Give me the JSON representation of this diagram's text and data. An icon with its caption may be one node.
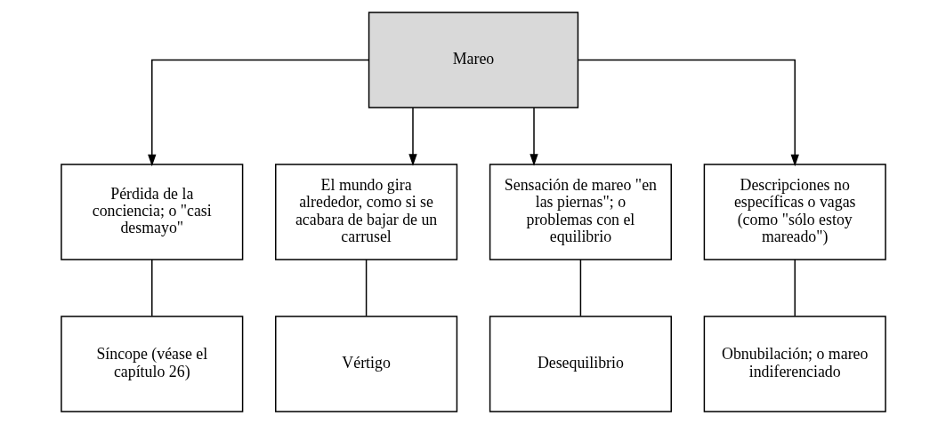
{
  "diagram": {
    "nodes": [
      {
        "text": [
          "Mareo"
        ]
      },
      {
        "text": [
          "Pérdida de la conciencia; o \"casi desmayo\""
        ]
      },
      {
        "text": [
          "El mundo gira alrededor, como si se acabara de bajar de un carrusel"
        ]
      },
      {
        "text": [
          "Sensación de mareo \"en las piernas\"; o problemas con el equilibrio"
        ]
      },
      {
        "text": [
          "Descripciones no específicas o vagas (como \"sólo estoy mareado\")"
        ]
      },
      {
        "text": [
          "Síncope (véase el capítulo 26)"
        ]
      },
      {
        "text": [
          "Vértigo"
        ]
      },
      {
        "text": [
          "Desequilibrio"
        ]
      },
      {
        "text": [
          "Obnubilación; o mareo indiferenciado"
        ]
      }
    ],
    "edges": [
      {
        "from": 0,
        "to": 1,
        "arrow": "to"
      },
      {
        "from": 0,
        "to": 2,
        "arrow": "to"
      },
      {
        "from": 0,
        "to": 3,
        "arrow": "to"
      },
      {
        "from": 0,
        "to": 4,
        "arrow": "to"
      },
      {
        "from": 1,
        "to": 5,
        "arrow": "none"
      },
      {
        "from": 2,
        "to": 6,
        "arrow": "none"
      },
      {
        "from": 3,
        "to": 7,
        "arrow": "none"
      },
      {
        "from": 4,
        "to": 8,
        "arrow": "none"
      }
    ]
  }
}
